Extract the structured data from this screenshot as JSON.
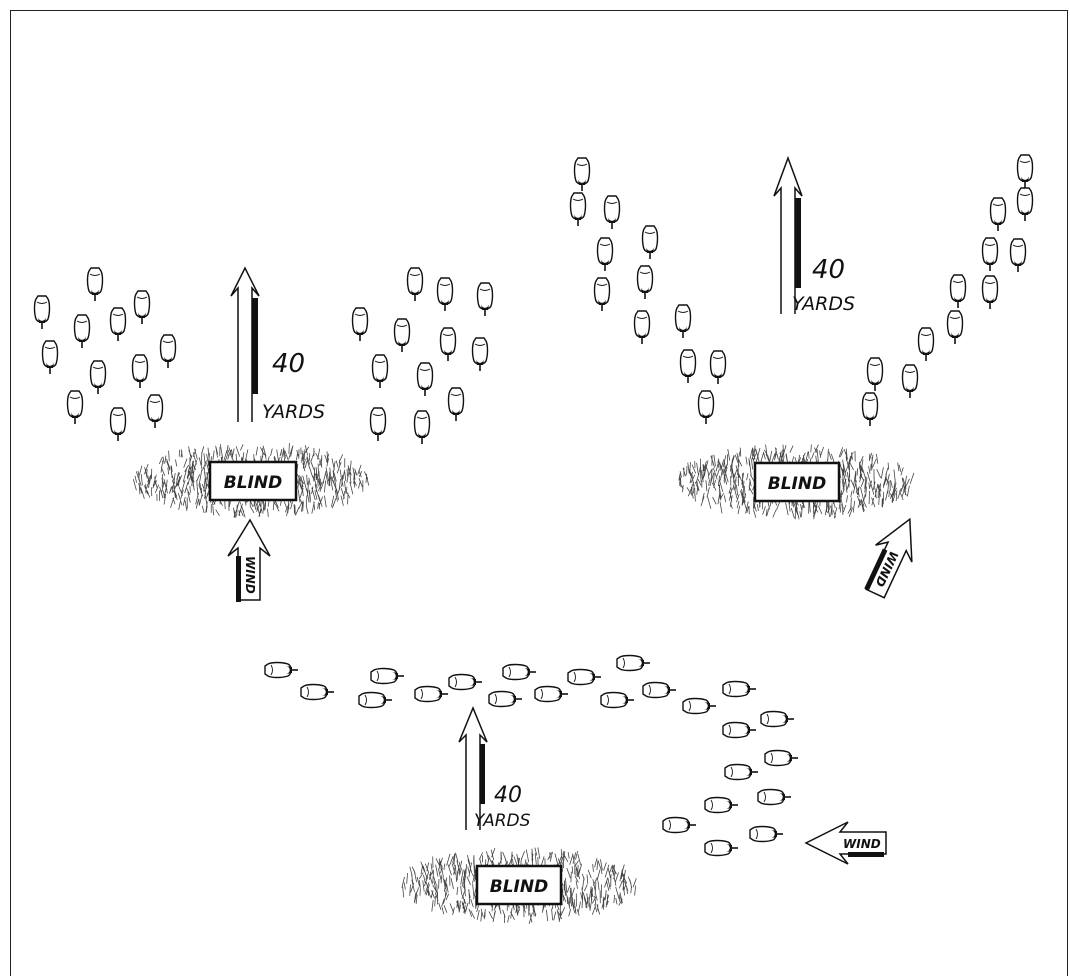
{
  "diagrams": [
    {
      "id": "spread-pattern",
      "distance_value": "40",
      "distance_unit": "YARDS",
      "blind_label": "BLIND",
      "wind_label": "WIND"
    },
    {
      "id": "v-pattern",
      "distance_value": "40",
      "distance_unit": "YARDS",
      "blind_label": "BLIND",
      "wind_label": "WIND"
    },
    {
      "id": "j-hook-pattern",
      "distance_value": "40",
      "distance_unit": "YARDS",
      "blind_label": "BLIND",
      "wind_label": "WIND"
    }
  ],
  "colors": {
    "ink": "#111111",
    "paper": "#ffffff",
    "grass": "#444444"
  }
}
